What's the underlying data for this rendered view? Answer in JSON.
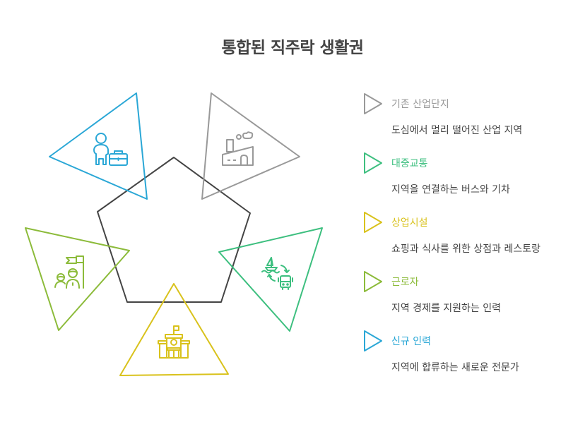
{
  "title": "통합된 직주락 생활권",
  "colors": {
    "pentagon": "#444444",
    "gray": "#999999",
    "blue": "#2aa7d6",
    "green": "#3dbf7f",
    "yellow": "#d9c21c",
    "lime": "#8cbb3a"
  },
  "diagram": {
    "center_shape": "pentagon",
    "triangles": [
      {
        "id": "new-talent",
        "color": "#2aa7d6",
        "icon": "person-briefcase-icon"
      },
      {
        "id": "industrial",
        "color": "#999999",
        "icon": "factory-icon"
      },
      {
        "id": "workers",
        "color": "#8cbb3a",
        "icon": "people-flag-icon"
      },
      {
        "id": "transit",
        "color": "#3dbf7f",
        "icon": "boat-bus-transfer-icon"
      },
      {
        "id": "commercial",
        "color": "#d9c21c",
        "icon": "building-icon"
      }
    ]
  },
  "legend": [
    {
      "label": "기존 산업단지",
      "description": "도심에서 멀리 떨어진 산업 지역",
      "color": "#999999"
    },
    {
      "label": "대중교통",
      "description": "지역을 연결하는 버스와 기차",
      "color": "#3dbf7f"
    },
    {
      "label": "상업시설",
      "description": "쇼핑과 식사를 위한 상점과 레스토랑",
      "color": "#d9c21c"
    },
    {
      "label": "근로자",
      "description": "지역 경제를 지원하는 인력",
      "color": "#8cbb3a"
    },
    {
      "label": "신규 인력",
      "description": "지역에 합류하는 새로운 전문가",
      "color": "#2aa7d6"
    }
  ]
}
